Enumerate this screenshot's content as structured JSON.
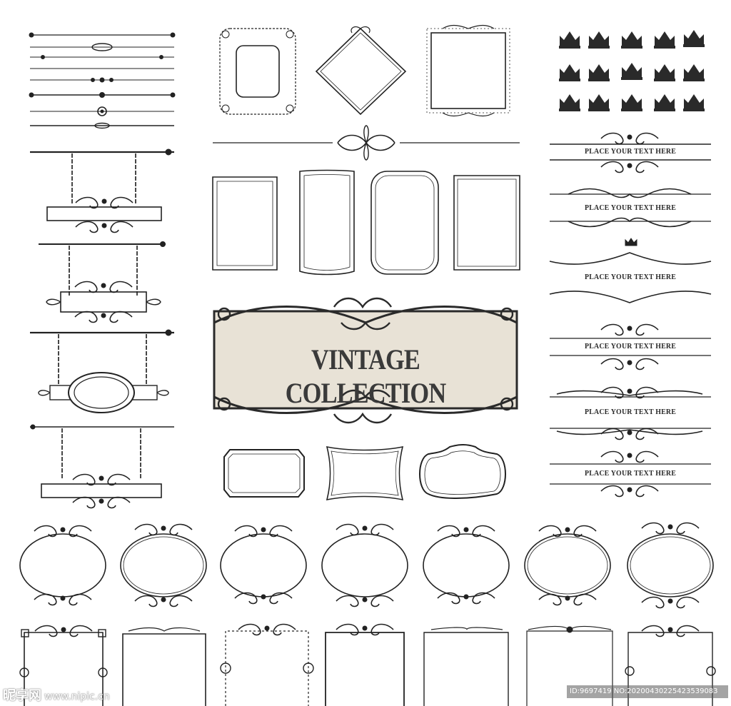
{
  "banner": {
    "title": "VINTAGE COLLECTION"
  },
  "placeholders": [
    "PLACE YOUR TEXT HERE",
    "PLACE YOUR TEXT HERE",
    "PLACE YOUR TEXT HERE",
    "PLACE YOUR TEXT HERE",
    "PLACE YOUR TEXT HERE",
    "PLACE YOUR TEXT HERE"
  ],
  "watermark": {
    "site": "昵享网",
    "url": "www.nipic.cn",
    "id_text": "ID:9697419 NO:20200430225423539083"
  },
  "colors": {
    "ink": "#222222",
    "banner_fill": "#e8e2d6",
    "background": "#ffffff"
  },
  "icons": [
    "crown-icon",
    "scroll-ornament-icon",
    "chain-icon",
    "frame-icon"
  ]
}
